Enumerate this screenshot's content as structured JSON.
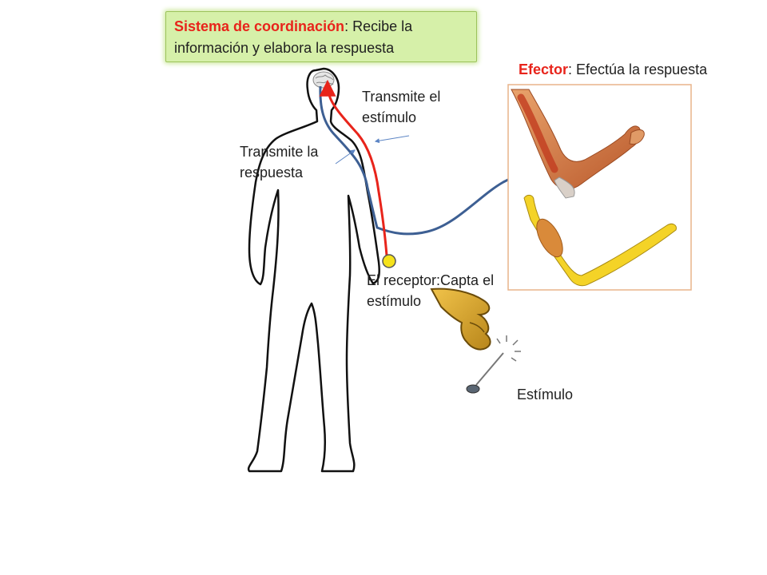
{
  "coordination": {
    "title": "Sistema de coordinación",
    "description": ": Recibe la información y elabora la respuesta"
  },
  "effector": {
    "title": "Efector",
    "description": ": Efectúa la respuesta"
  },
  "labels": {
    "transmit_stimulus_line1": "Transmite el",
    "transmit_stimulus_line2": "estímulo",
    "transmit_response_line1": "Transmite la",
    "transmit_response_line2": "respuesta",
    "receptor_line1": "El receptor:Capta el",
    "receptor_line2": "estímulo",
    "stimulus": "Estímulo"
  },
  "colors": {
    "title_accent": "#e8241b",
    "box_fill": "#d6f0a9",
    "afferent_path": "#e8241b",
    "efferent_path": "#3d5f93",
    "receptor": "#f5e21b"
  }
}
